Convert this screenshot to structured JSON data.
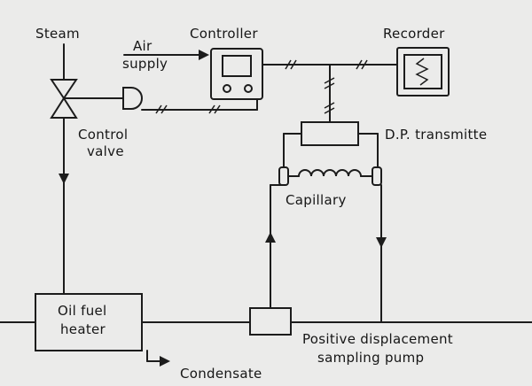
{
  "labels": {
    "steam": "Steam",
    "air": "Air",
    "supply": "supply",
    "controller": "Controller",
    "recorder": "Recorder",
    "control": "Control",
    "valve": "valve",
    "dp_transmitter": "D.P. transmitte",
    "capillary": "Capillary",
    "oil_fuel": "Oil fuel",
    "heater": "heater",
    "positive_displacement": "Positive displacement",
    "sampling_pump": "sampling pump",
    "condensate": "Condensate"
  }
}
